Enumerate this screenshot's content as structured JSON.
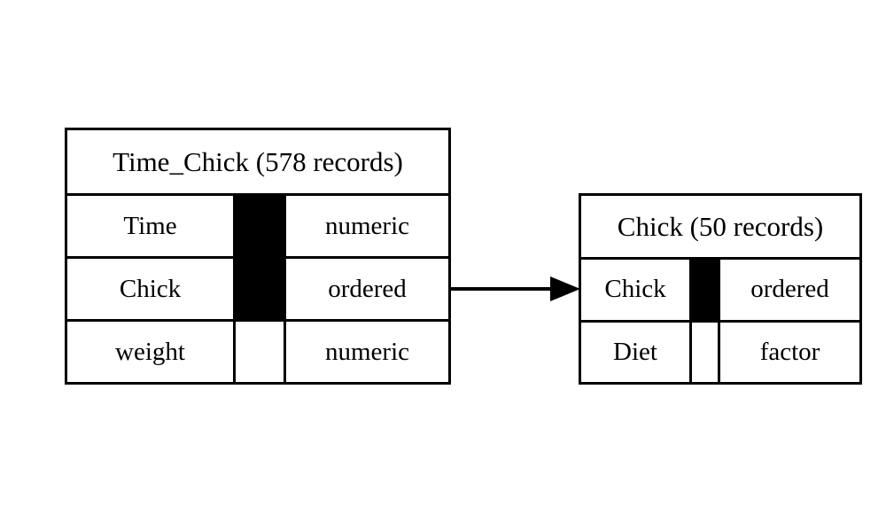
{
  "diagram": {
    "type": "entity-relationship-diagram",
    "title": "",
    "background_color": "#ffffff",
    "line_color": "#000000",
    "key_marker_color": "#000000",
    "entities": [
      {
        "id": "time_chick",
        "name": "Time_Chick",
        "record_count": 578,
        "header": "Time_Chick (578 records)",
        "fields": [
          {
            "name": "Time",
            "key": true,
            "type": "numeric"
          },
          {
            "name": "Chick",
            "key": true,
            "type": "ordered"
          },
          {
            "name": "weight",
            "key": false,
            "type": "numeric"
          }
        ]
      },
      {
        "id": "chick",
        "name": "Chick",
        "record_count": 50,
        "header": "Chick (50 records)",
        "fields": [
          {
            "name": "Chick",
            "key": true,
            "type": "ordered"
          },
          {
            "name": "Diet",
            "key": false,
            "type": "factor"
          }
        ]
      }
    ],
    "relationships": [
      {
        "id": "time_chick-to-chick",
        "from_entity": "Time_Chick",
        "from_field": "Chick",
        "to_entity": "Chick",
        "to_field": "Chick",
        "arrow": "single-head-right",
        "label": ""
      }
    ]
  }
}
